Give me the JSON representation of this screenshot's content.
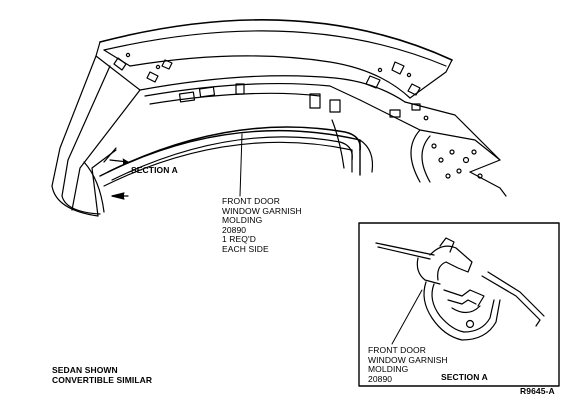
{
  "callout_main": {
    "lines": [
      "FRONT DOOR",
      "WINDOW GARNISH",
      "MOLDING",
      "20890",
      "1 REQ'D",
      "EACH SIDE"
    ]
  },
  "section_label": "SECTION A",
  "note": {
    "lines": [
      "SEDAN SHOWN",
      "CONVERTIBLE SIMILAR"
    ]
  },
  "inset": {
    "callout_lines": [
      "FRONT DOOR",
      "WINDOW GARNISH",
      "MOLDING",
      "20890"
    ],
    "section_label": "SECTION A"
  },
  "reference_code": "R9645-A"
}
